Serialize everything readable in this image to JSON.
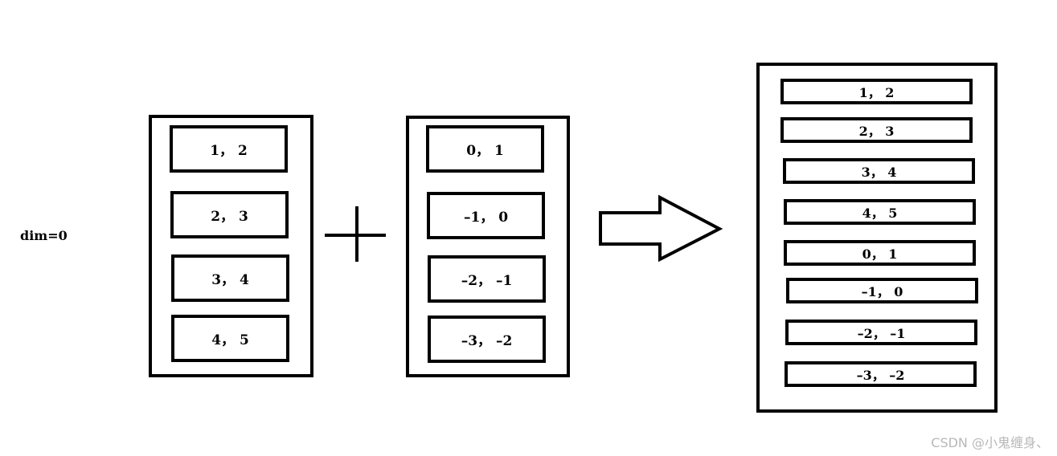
{
  "dim_label": "dim=0",
  "tensor_a": [
    "1， 2",
    "2， 3",
    "3， 4",
    "4， 5"
  ],
  "tensor_b": [
    "0， 1",
    "–1， 0",
    "–2， –1",
    "–3， –2"
  ],
  "result": [
    "1， 2",
    "2， 3",
    "3， 4",
    "4， 5",
    "0， 1",
    "–1， 0",
    "–2， –1",
    "–3， –2"
  ],
  "plus_icon": "plus-icon",
  "arrow_icon": "right-arrow-icon",
  "watermark": "CSDN @小鬼缠身、"
}
